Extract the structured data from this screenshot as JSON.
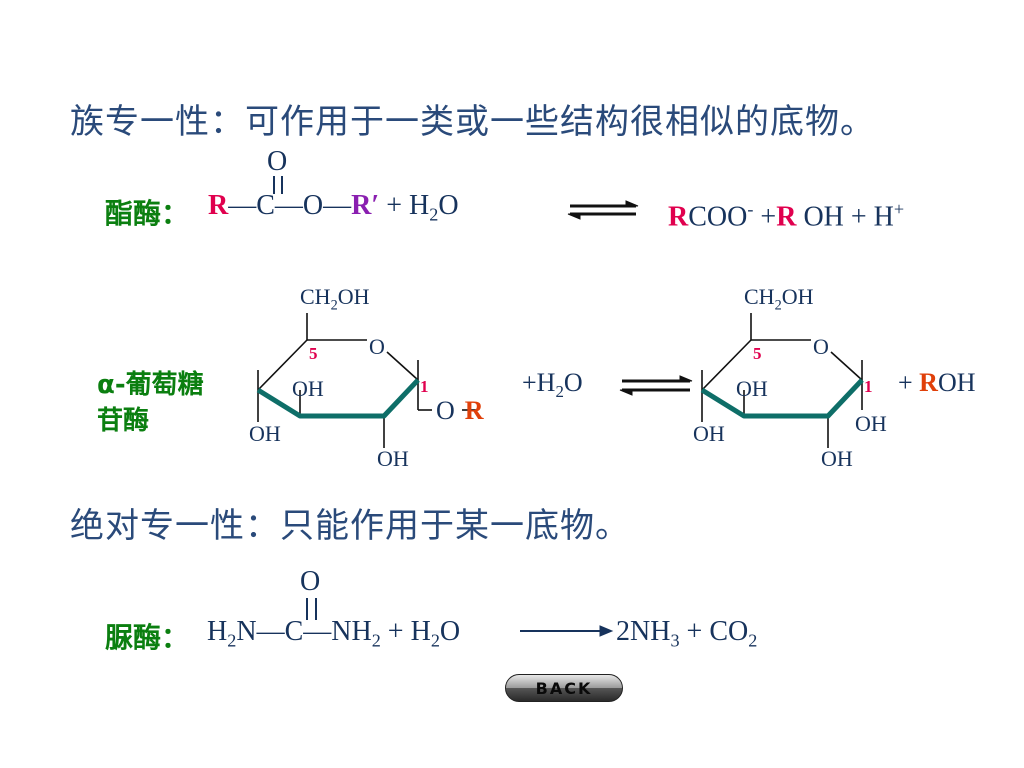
{
  "heading_group": "族专一性：可作用于一类或一些结构很相似的底物。",
  "heading_absolute": "绝对专一性：只能作用于某一底物。",
  "esterase": {
    "label": "酯酶",
    "colon": "：",
    "carbonyl_O": "O",
    "R": "R",
    "C": "C",
    "O": "O",
    "R_prime": "R′",
    "plus_water": "+  H",
    "water_sub": "2",
    "water_O": "O",
    "product_R": "R",
    "product_COO": "COO",
    "product_minus": "-",
    "product_plus": " +",
    "product_R2": "R",
    "product_OH": " OH + H",
    "product_H_plus": "+"
  },
  "glucosidase": {
    "label_line1": "α-葡萄糖",
    "label_line2": "苷酶",
    "ring_left": {
      "ch2oh_a": "CH",
      "ch2oh_sub": "2",
      "ch2oh_b": "OH",
      "ring_O": "O",
      "c5": "5",
      "c1": "1",
      "oh_inner": "OH",
      "oh_left": "OH",
      "oh_bottom": "OH",
      "glyco_O": "O",
      "R": "R"
    },
    "water": "+H",
    "water_sub": "2",
    "water_O": "O",
    "ring_right": {
      "ch2oh_a": "CH",
      "ch2oh_sub": "2",
      "ch2oh_b": "OH",
      "ring_O": "O",
      "c5": "5",
      "c1": "1",
      "oh_inner": "OH",
      "oh_left": "OH",
      "oh_bottom": "OH",
      "oh_c1": "OH"
    },
    "product_plus": "+ ",
    "product_R": "R",
    "product_OH": "OH"
  },
  "urease": {
    "label": "脲酶",
    "colon": "：",
    "carbonyl_O": "O",
    "reactant_a": "H",
    "reactant_a_sub": "2",
    "reactant_b": "N",
    "C": "C",
    "nh_a": "NH",
    "nh_sub": "2",
    "plus_water": " + H",
    "water_sub": "2",
    "water_O": "O",
    "product_a": "2NH",
    "product_a_sub": "3",
    "product_b": " + CO",
    "product_b_sub": "2"
  },
  "back_button": "BACK",
  "colors": {
    "heading": "#2a4a7a",
    "label": "#0b7f10",
    "R": "#e0004e",
    "R_prime": "#8a1fb0",
    "ring_edge": "#0e6e68"
  }
}
